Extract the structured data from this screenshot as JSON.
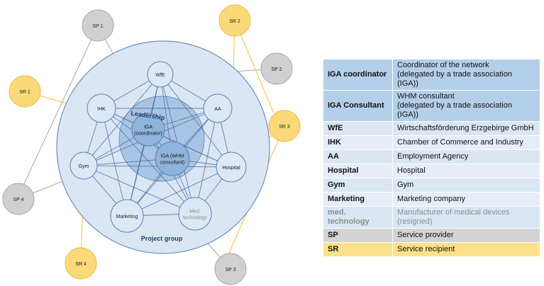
{
  "diagram": {
    "group_labels": {
      "project_group": "Project group",
      "leadership": "Leadership"
    },
    "members": {
      "wfe": "WfE",
      "ihk": "IHK",
      "aa": "AA",
      "gym": "Gym",
      "hospital": "Hospital",
      "marketing": "Marketing",
      "medtech": "Med.\ntechnology",
      "iga_coord": "IGA\n(coordinator)",
      "iga_whm": "IGA (WHM\nconsultant)"
    },
    "externals": {
      "sp1": "SP 1",
      "sp2": "SP 2",
      "sp3": "SP 3",
      "sp4": "SP 4",
      "sr1": "SR 1",
      "sr2": "SR 2",
      "sr3": "SR 3",
      "sr4": "SR 4"
    },
    "colors": {
      "outer_fill": "#dae6f3",
      "outer_stroke": "#6b8fc0",
      "inner_fill": "#a8c4e2",
      "node_fill": "#dce8f5",
      "node_stroke": "#5a7fb0",
      "edge": "#4a6fa5",
      "sp_fill": "#d0d0d0",
      "sp_stroke": "#a8a8a8",
      "sr_fill": "#fcd978",
      "sr_stroke": "#e8bb4a",
      "sr_line": "#f2c232",
      "sp_line": "#a6a6a6"
    }
  },
  "legend": {
    "rows": [
      {
        "term": "IGA coordinator",
        "definition": "Coordinator of the network\n(delegated by a trade association (IGA))"
      },
      {
        "term": "IGA Consultant",
        "definition": "WHM consultant\n(delegated by a trade association (IGA))"
      },
      {
        "term": "WfE",
        "definition": "Wirtschaftsförderung Erzgebirge GmbH"
      },
      {
        "term": "IHK",
        "definition": "Chamber of Commerce and Industry"
      },
      {
        "term": "AA",
        "definition": "Employment Agency"
      },
      {
        "term": "Hospital",
        "definition": "Hospital"
      },
      {
        "term": "Gym",
        "definition": "Gym"
      },
      {
        "term": "Marketing",
        "definition": "Marketing company"
      },
      {
        "term": "med. technology",
        "definition": "Manufacturer of medical devices (resigned)"
      },
      {
        "term": "SP",
        "definition": "Service provider"
      },
      {
        "term": "SR",
        "definition": "Service recipient"
      }
    ]
  }
}
